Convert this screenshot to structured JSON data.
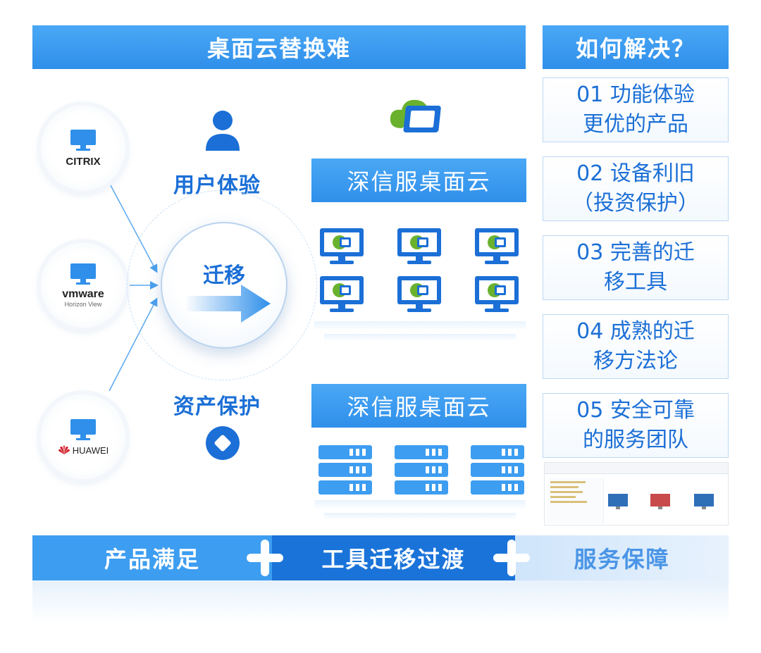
{
  "header": {
    "problem_title": "桌面云替换难",
    "solution_title": "如何解决？"
  },
  "solutions": [
    {
      "line1": "01 功能体验",
      "line2": "更优的产品"
    },
    {
      "line1": "02 设备利旧",
      "line2": "（投资保护）"
    },
    {
      "line1": "03 完善的迁",
      "line2": "移工具"
    },
    {
      "line1": "04 成熟的迁",
      "line2": "移方法论"
    },
    {
      "line1": "05 安全可靠",
      "line2": "的服务团队"
    }
  ],
  "vendors": [
    {
      "name": "CITRIX",
      "icon": "monitor-icon"
    },
    {
      "name": "vmware",
      "sub": "Horizon View",
      "icon": "monitor-icon"
    },
    {
      "name": "HUAWEI",
      "icon": "monitor-icon"
    }
  ],
  "labels": {
    "user_experience": "用户体验",
    "migrate": "迁移",
    "asset_protection": "资产保护"
  },
  "sangfor": {
    "banner_top": "深信服桌面云",
    "banner_bottom": "深信服桌面云"
  },
  "bottom": {
    "seg1": "产品满足",
    "seg2": "工具迁移过渡",
    "seg3": "服务保障"
  },
  "colors": {
    "primary_blue": "#2f8fea",
    "dark_blue": "#1a73d9",
    "text_blue": "#1b6fd6",
    "green": "#6ab22e"
  }
}
